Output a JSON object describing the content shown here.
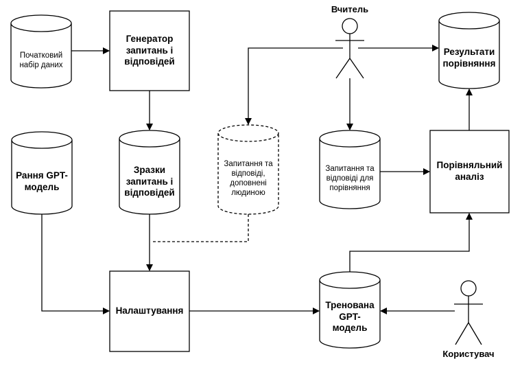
{
  "nodes": {
    "initial_dataset": "Початковий набір даних",
    "qa_generator": "Генератор запитань і відповідей",
    "early_gpt": "Рання GPT-модель",
    "qa_samples": "Зразки запитань і відповідей",
    "human_augmented_qa": "Запитання та відповіді, доповнені людиною",
    "qa_for_comparison": "Запитання та відповіді для порівняння",
    "comparison_results": "Результати порівняння",
    "comparative_analysis": "Порівняльний аналіз",
    "fine_tuning": "Налаштування",
    "trained_gpt": "Тренована GPT-модель"
  },
  "actors": {
    "teacher": "Вчитель",
    "user": "Користувач"
  },
  "colors": {
    "stroke": "#000000",
    "fill": "#ffffff"
  }
}
